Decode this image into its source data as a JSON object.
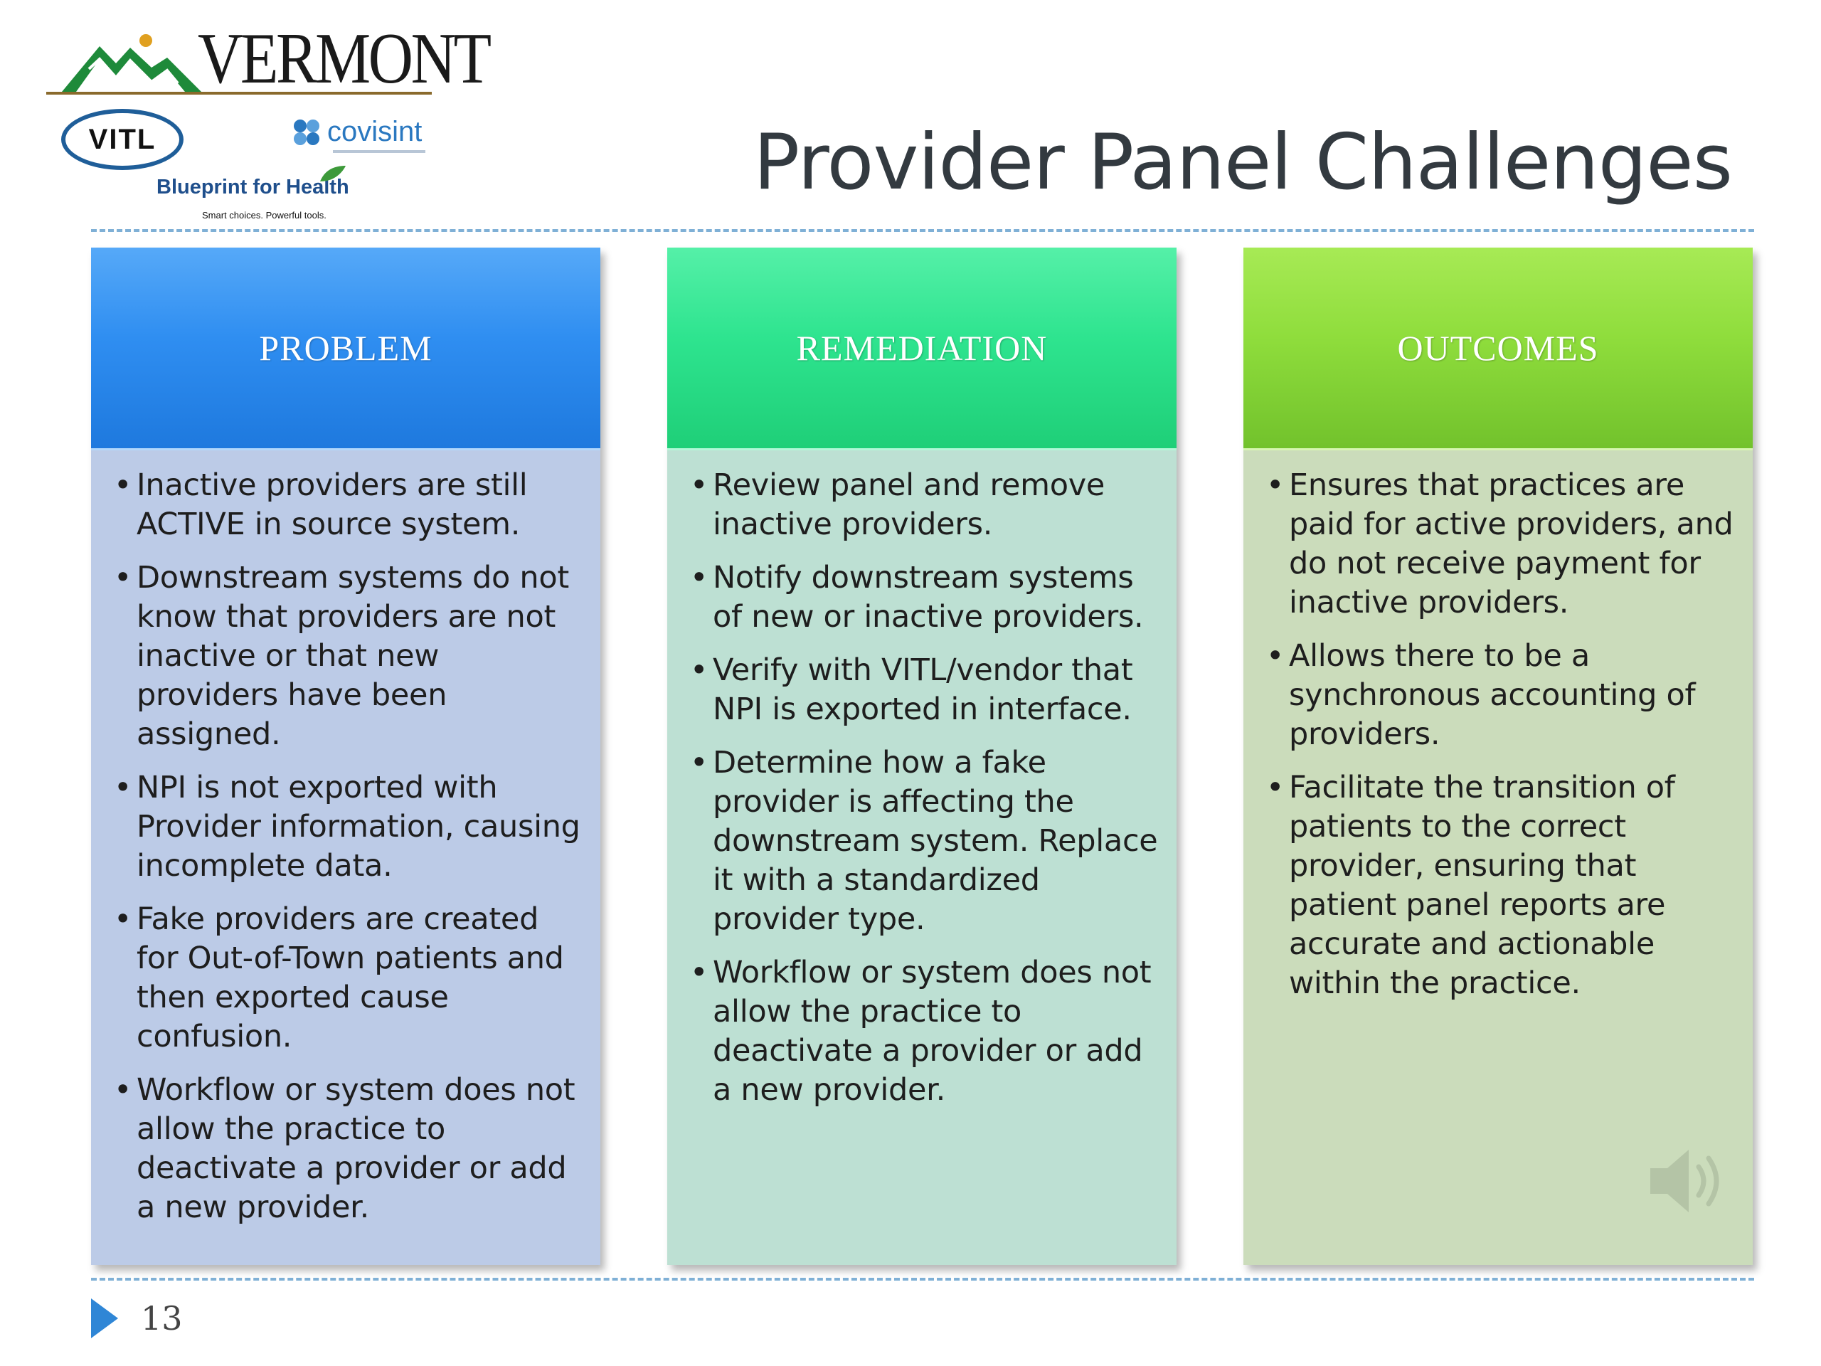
{
  "logos": {
    "state": "VERMONT",
    "vitl": "VITL",
    "covisint": "covisint",
    "blueprint": "Blueprint for Health",
    "blueprint_tagline": "Smart choices. Powerful tools."
  },
  "title": "Provider Panel Challenges",
  "columns": [
    {
      "header": "PROBLEM",
      "items": [
        "Inactive providers are still ACTIVE in source system.",
        "Downstream systems do not know that providers are not inactive or that new providers have been assigned.",
        "NPI is not exported with Provider information, causing incomplete data.",
        "Fake providers are created for Out-of-Town patients and then exported cause confusion.",
        "Workflow or system does not allow the practice to deactivate a provider or add a new provider."
      ]
    },
    {
      "header": "REMEDIATION",
      "items": [
        "Review panel and remove inactive providers.",
        "Notify downstream systems of new or inactive providers.",
        "Verify with VITL/vendor that NPI is exported in interface.",
        "Determine how a fake provider is affecting the downstream system. Replace it with a standardized provider type.",
        "Workflow or system does not allow the practice to deactivate a provider or add a new provider."
      ]
    },
    {
      "header": "OUTCOMES",
      "items": [
        "Ensures that practices are paid for active providers, and do not receive payment for inactive providers.",
        "Allows there to be a synchronous accounting of providers.",
        "Facilitate the transition of patients to the correct provider, ensuring that patient panel reports are accurate and actionable within the practice."
      ]
    }
  ],
  "footer": {
    "slide_number": "13"
  },
  "colors": {
    "problem": "#2f8ef1",
    "remediation": "#2ee48f",
    "outcomes": "#8fdd3c",
    "accent": "#2f86d6"
  }
}
